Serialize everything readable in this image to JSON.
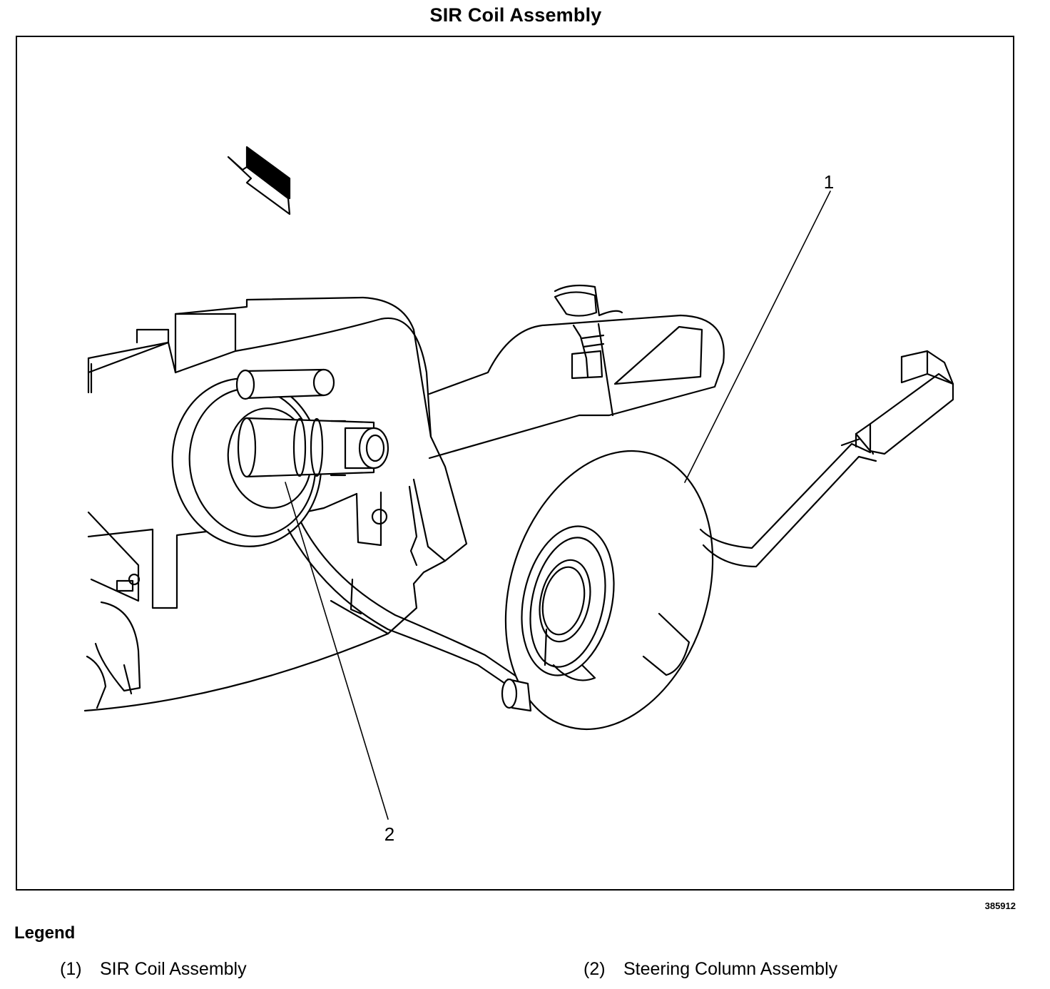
{
  "title": "SIR Coil Assembly",
  "figure_number": "385912",
  "callouts": [
    "1",
    "2"
  ],
  "legend": {
    "heading": "Legend",
    "items": [
      {
        "number": "(1)",
        "label": "SIR Coil Assembly"
      },
      {
        "number": "(2)",
        "label": "Steering Column Assembly"
      }
    ]
  },
  "colors": {
    "line": "#000000",
    "background": "#ffffff"
  }
}
